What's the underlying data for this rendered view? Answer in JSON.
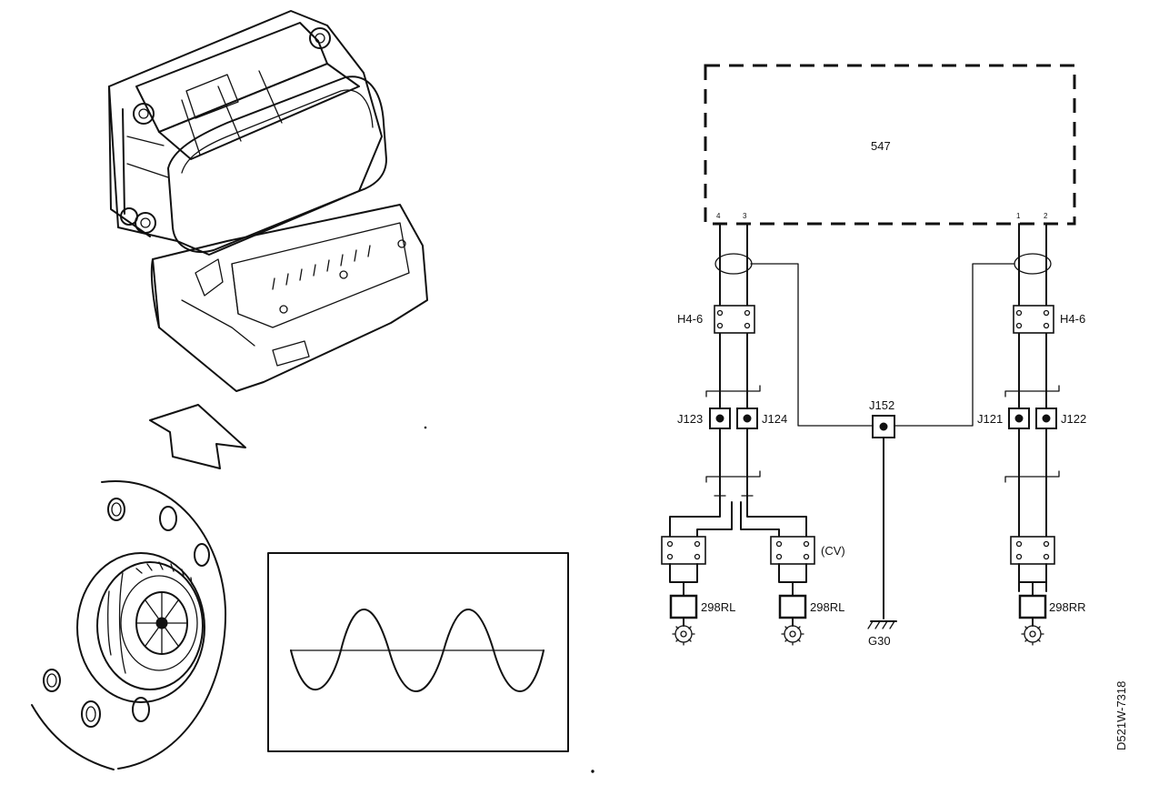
{
  "module_label": "547",
  "pin_labels": {
    "left_a": "4",
    "left_b": "3",
    "right_a": "1",
    "right_b": "2"
  },
  "connectors": {
    "h46_left": "H4-6",
    "h46_right": "H4-6",
    "j123": "J123",
    "j124": "J124",
    "j152": "J152",
    "j121": "J121",
    "j122": "J122",
    "cv": "(CV)"
  },
  "sensors": {
    "left_1": "298RL",
    "left_2": "298RL",
    "right": "298RR"
  },
  "ground": "G30",
  "figure_id": "D521W-7318"
}
